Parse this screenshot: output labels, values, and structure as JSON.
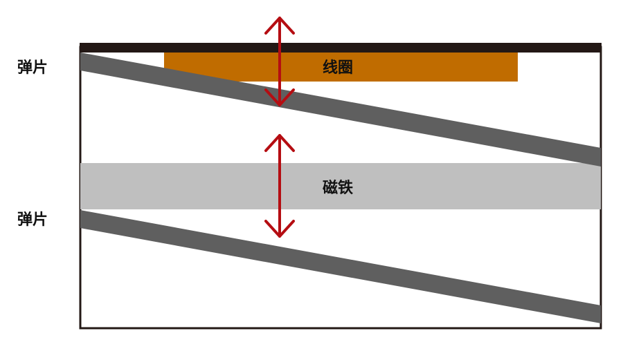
{
  "labels": {
    "spring_top": "弹片",
    "spring_bottom": "弹片",
    "coil": "线圈",
    "magnet": "磁铁"
  },
  "colors": {
    "frame": "#231815",
    "top_bar": "#231815",
    "coil": "#c06c00",
    "magnet": "#bfbfbf",
    "spring": "#5f5f5f",
    "arrow": "#b50d12"
  }
}
